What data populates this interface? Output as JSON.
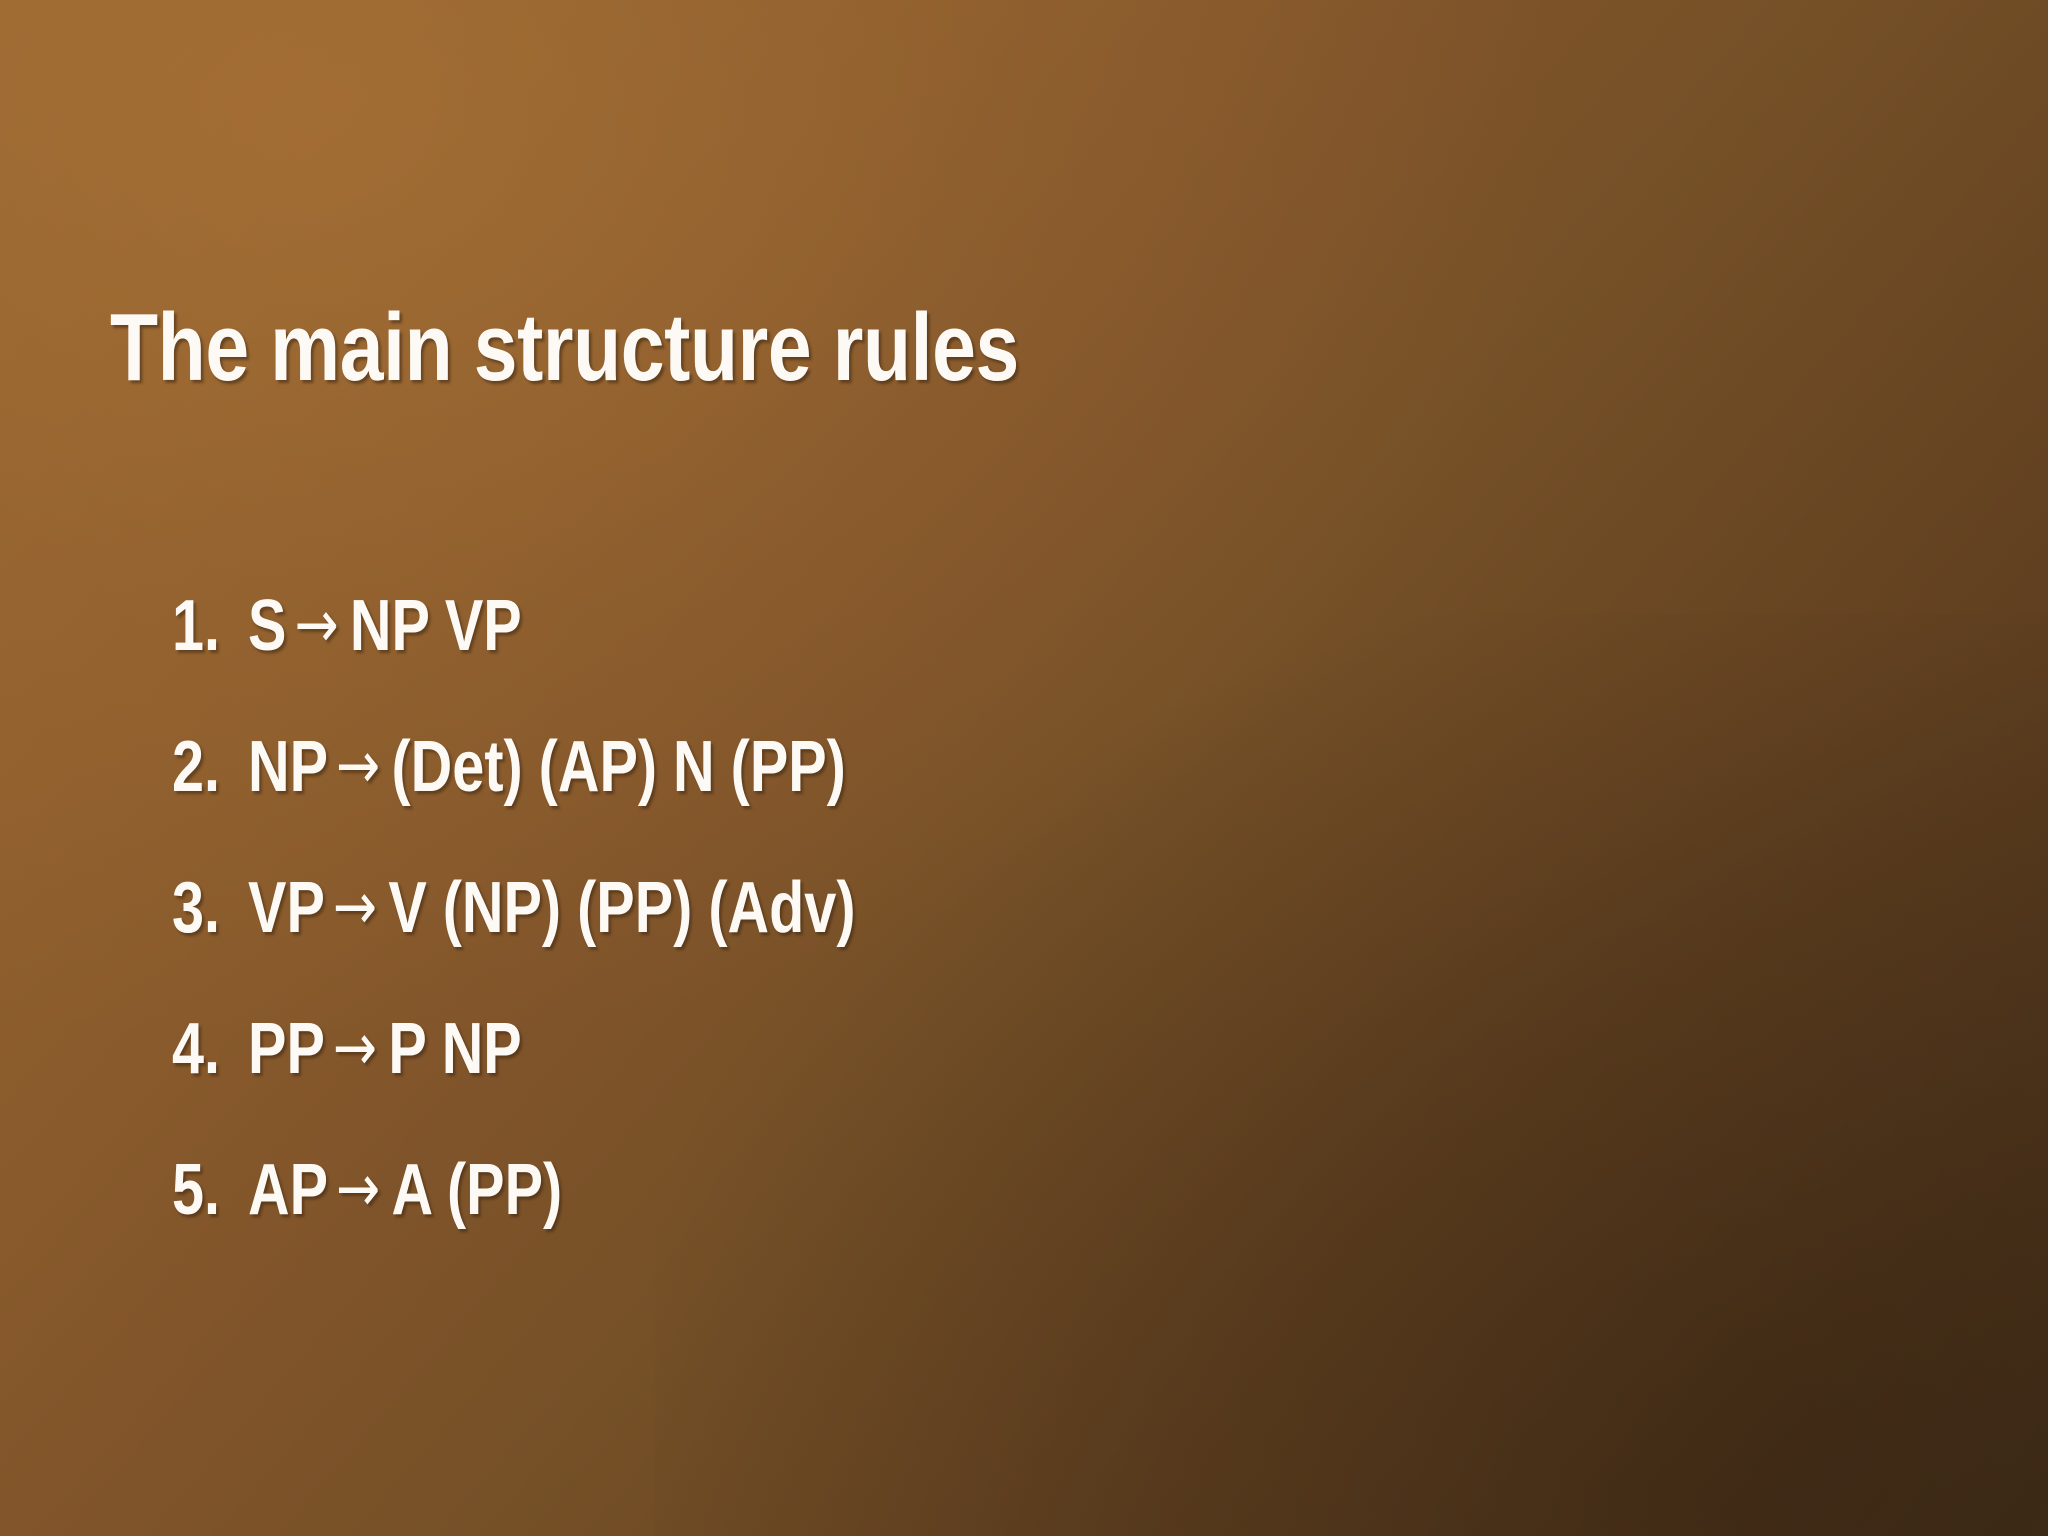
{
  "slide": {
    "title": "The main structure rules",
    "background": {
      "gradient_from": "#96632F",
      "gradient_to": "#45301A",
      "direction": "diagonal-top-left-to-bottom-right"
    },
    "text_color": "#FDFAF6",
    "rules": [
      {
        "number": "1.",
        "lhs": "S",
        "arrow": "→",
        "rhs": "NP VP"
      },
      {
        "number": "2.",
        "lhs": "NP",
        "arrow": "→",
        "rhs": "(Det) (AP) N (PP)"
      },
      {
        "number": "3.",
        "lhs": "VP",
        "arrow": "→",
        "rhs": "V (NP) (PP) (Adv)"
      },
      {
        "number": "4.",
        "lhs": "PP",
        "arrow": "→",
        "rhs": "P NP"
      },
      {
        "number": "5.",
        "lhs": "AP",
        "arrow": "→",
        "rhs": "A (PP)"
      }
    ]
  }
}
